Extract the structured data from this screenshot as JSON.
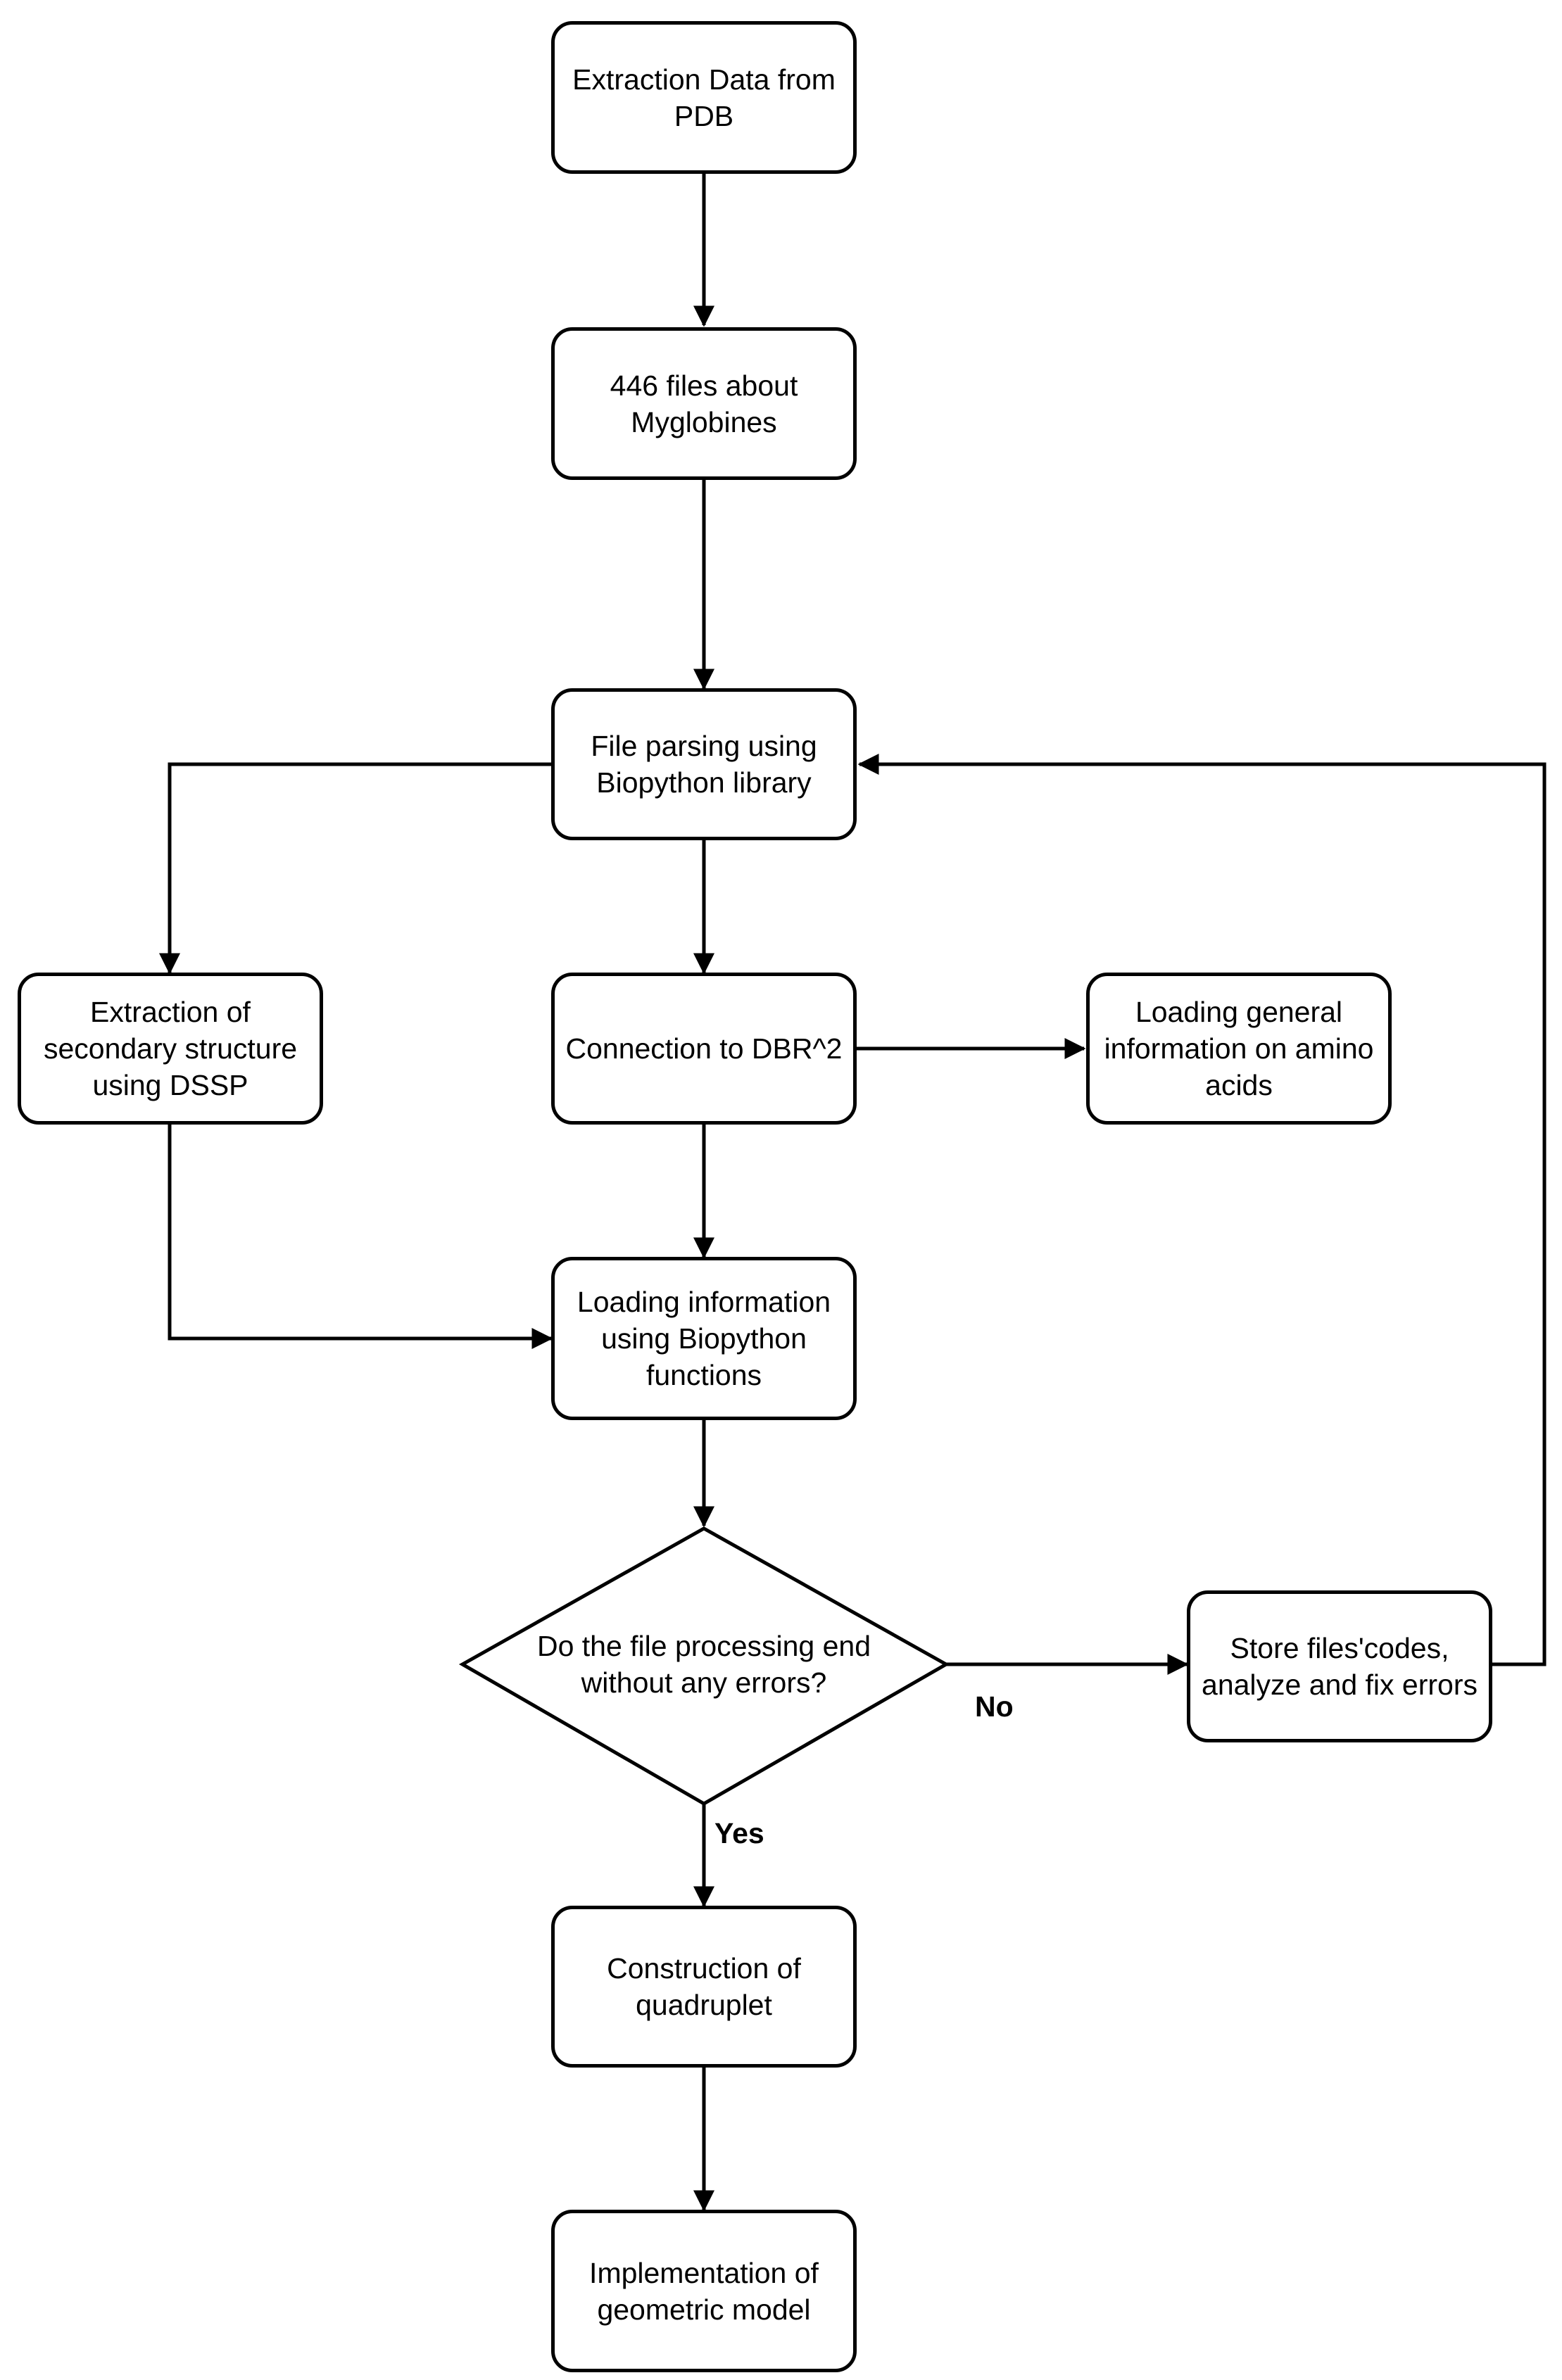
{
  "nodes": {
    "extraction_pdb": "Extraction Data from\nPDB",
    "files_446": "446 files about\nMyglobines",
    "file_parsing": "File parsing using\nBiopython library",
    "secondary_structure": "Extraction of\nsecondary structure\nusing DSSP",
    "connection_dbr": "Connection to DBR^2",
    "loading_general": "Loading general\ninformation on amino\nacids",
    "loading_info": "Loading information\nusing Biopython\nfunctions",
    "decision": "Do the file processing end\nwithout any errors?",
    "store_files": "Store files'codes,\nanalyze and fix errors",
    "construction": "Construction of\nquadruplet",
    "implementation": "Implementation of\ngeometric model"
  },
  "edge_labels": {
    "no": "No",
    "yes": "Yes"
  }
}
